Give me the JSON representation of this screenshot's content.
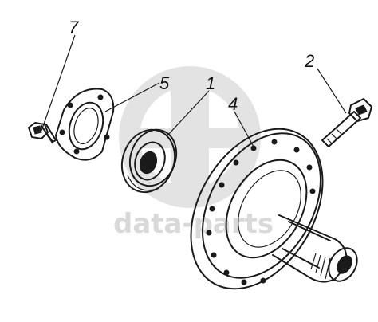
{
  "watermark": {
    "text": "data-parts",
    "color": "#d9d9d9"
  },
  "callouts": {
    "bearing": "1",
    "bolt_right": "2",
    "hub": "4",
    "cover_plate": "5",
    "bolt_left": "7"
  },
  "colors": {
    "ink": "#1a1a1a",
    "background": "#ffffff"
  }
}
